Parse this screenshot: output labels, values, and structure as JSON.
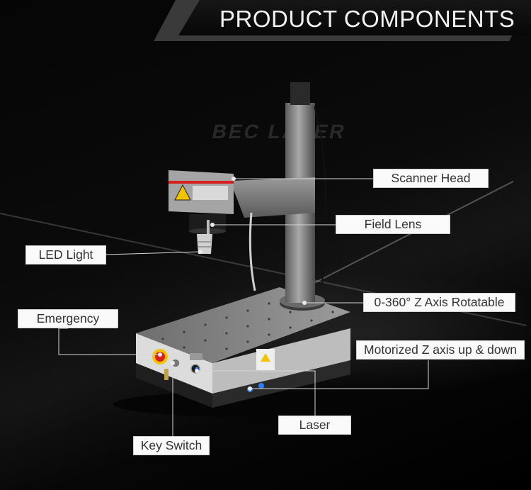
{
  "header": {
    "title": "PRODUCT COMPONENTS"
  },
  "watermark": {
    "text": "BEC LASER",
    "label": "BEC LASER"
  },
  "callouts": {
    "scanner_head": "Scanner Head",
    "field_lens": "Field Lens",
    "led_light": "LED Light",
    "z_axis_rotatable": "0-360° Z Axis Rotatable",
    "emergency": "Emergency",
    "motorized_z": "Motorized Z axis up & down",
    "laser": "Laser",
    "key_switch": "Key Switch"
  },
  "colors": {
    "background": "#000000",
    "label_bg": "#fafafa",
    "label_text": "#333333",
    "leader_line": "#d8d8d8",
    "machine_gray": "#8a8a8a",
    "warning_yellow": "#f2c300",
    "emergency_red": "#d8201e",
    "indicator_blue": "#2f7cff"
  }
}
